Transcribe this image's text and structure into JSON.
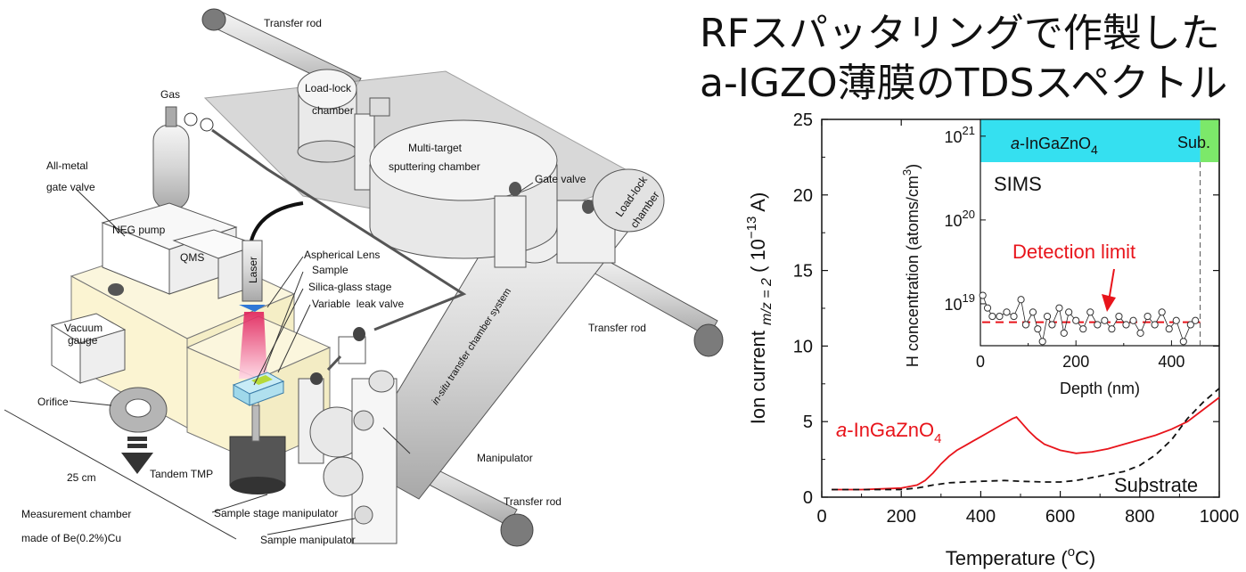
{
  "title": {
    "line1": "RFスパッタリングで作製した",
    "line2": "a-IGZO薄膜のTDSスペクトル"
  },
  "apparatus": {
    "labels": {
      "transfer_rod_top": "Transfer rod",
      "gas": "Gas",
      "load_lock_1a": "Load-lock",
      "load_lock_1b": "chamber",
      "multi_target_a": "Multi-target",
      "multi_target_b": "sputtering chamber",
      "all_metal_a": "All-metal",
      "all_metal_b": "gate valve",
      "gate_valve": "Gate valve",
      "load_lock_2a": "Load-lock",
      "load_lock_2b": "chamber",
      "neg_pump": "NEG pump",
      "qms": "QMS",
      "laser": "Laser",
      "aspherical_lens": "Aspherical Lens",
      "sample": "Sample",
      "silica_stage": "Silica-glass stage",
      "leak_valve": "Variable  leak valve",
      "vacuum_a": "Vacuum",
      "vacuum_b": "gauge",
      "transfer_system_italic": "in-situ",
      "transfer_system": " transfer chamber system",
      "transfer_rod_right": "Transfer rod",
      "orifice": "Orifice",
      "manipulator": "Manipulator",
      "scale": "25 cm",
      "tandem_tmp": "Tandem TMP",
      "measurement_a": "Measurement chamber",
      "measurement_b": "made of Be(0.2%)Cu",
      "stage_manipulator": "Sample stage manipulator",
      "transfer_rod_bottom": "Transfer rod",
      "sample_manipulator": "Sample manipulator"
    }
  },
  "chart_data": {
    "type": "line",
    "xlabel_main": "Temperature (",
    "xlabel_sup": "o",
    "xlabel_end": "C)",
    "ylabel_main": "Ion current ",
    "ylabel_sub": "m/z = 2",
    "ylabel_unit_a": " ( 10",
    "ylabel_unit_sup": "−13",
    "ylabel_unit_b": " A)",
    "xlim": [
      0,
      1000
    ],
    "ylim": [
      0,
      25
    ],
    "xticks": [
      "0",
      "200",
      "400",
      "600",
      "800",
      "1000"
    ],
    "yticks": [
      "0",
      "5",
      "10",
      "15",
      "20",
      "25"
    ],
    "series": [
      {
        "name": "a-InGaZnO4",
        "name_prefix": "a",
        "name_main": "-InGaZnO",
        "name_sub": "4",
        "color": "#e8141b",
        "style": "solid",
        "x": [
          25,
          100,
          150,
          200,
          240,
          260,
          280,
          300,
          320,
          340,
          360,
          380,
          400,
          420,
          440,
          460,
          480,
          490,
          500,
          520,
          540,
          560,
          600,
          640,
          680,
          720,
          760,
          800,
          840,
          880,
          920,
          960,
          1000
        ],
        "y": [
          0.5,
          0.5,
          0.55,
          0.6,
          0.8,
          1.1,
          1.6,
          2.2,
          2.7,
          3.1,
          3.4,
          3.7,
          4.0,
          4.3,
          4.6,
          4.9,
          5.2,
          5.3,
          5.0,
          4.4,
          3.9,
          3.5,
          3.1,
          2.9,
          3.0,
          3.2,
          3.5,
          3.8,
          4.1,
          4.5,
          5.0,
          5.8,
          6.6
        ]
      },
      {
        "name": "Substrate",
        "color": "#111111",
        "style": "dashed",
        "x": [
          25,
          100,
          200,
          240,
          280,
          320,
          400,
          460,
          500,
          560,
          600,
          640,
          680,
          720,
          760,
          800,
          840,
          880,
          920,
          960,
          1000
        ],
        "y": [
          0.5,
          0.5,
          0.5,
          0.6,
          0.8,
          0.95,
          1.05,
          1.1,
          1.05,
          1.0,
          1.0,
          1.1,
          1.3,
          1.5,
          1.7,
          2.1,
          2.8,
          3.8,
          5.2,
          6.3,
          7.2
        ]
      }
    ],
    "inset": {
      "xlabel": "Depth (nm)",
      "ylabel_a": "H concentration (atoms/cm",
      "ylabel_sup": "3",
      "ylabel_b": ")",
      "xlim": [
        0,
        500
      ],
      "ylim_log": [
        18.5,
        21.2
      ],
      "xticks": [
        "0",
        "200",
        "400"
      ],
      "ytick_base": "10",
      "ytick_exps": [
        "19",
        "20",
        "21"
      ],
      "region_film_prefix": "a",
      "region_film_main": "-InGaZnO",
      "region_film_sub": "4",
      "region_film_color": "#35e0f0",
      "region_sub": "Sub.",
      "region_sub_color": "#7ce86a",
      "interface_depth": 460,
      "method": "SIMS",
      "detection_limit_label": "Detection limit",
      "detection_limit_color": "#e8141b",
      "detection_limit_log": 18.78,
      "sims_x": [
        5,
        15,
        25,
        40,
        55,
        70,
        85,
        95,
        110,
        120,
        130,
        140,
        150,
        165,
        175,
        185,
        200,
        215,
        230,
        245,
        260,
        275,
        290,
        305,
        320,
        335,
        350,
        365,
        380,
        395,
        410,
        425,
        440,
        450
      ],
      "sims_log": [
        19.1,
        18.95,
        18.85,
        18.85,
        18.9,
        18.85,
        19.05,
        18.75,
        18.9,
        18.7,
        18.55,
        18.85,
        18.75,
        18.95,
        18.65,
        18.9,
        18.8,
        18.7,
        18.9,
        18.75,
        18.8,
        18.7,
        18.85,
        18.75,
        18.8,
        18.65,
        18.85,
        18.75,
        18.9,
        18.7,
        18.8,
        18.55,
        18.75,
        18.8
      ]
    }
  }
}
